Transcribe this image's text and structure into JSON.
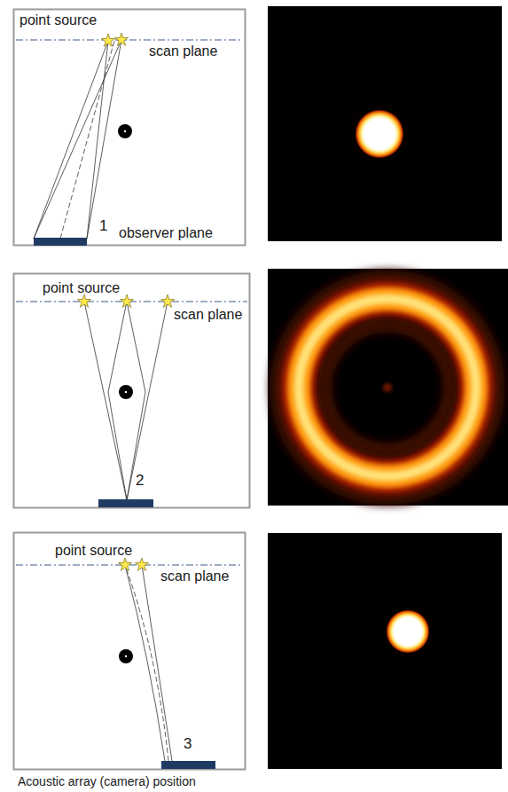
{
  "diagram": {
    "caption": "Acoustic array (camera) position",
    "labels": [
      "point source",
      "scan plane",
      "observer plane",
      "1",
      "point source",
      "scan plane",
      "2",
      "point source",
      "scan plane",
      "3"
    ]
  }
}
